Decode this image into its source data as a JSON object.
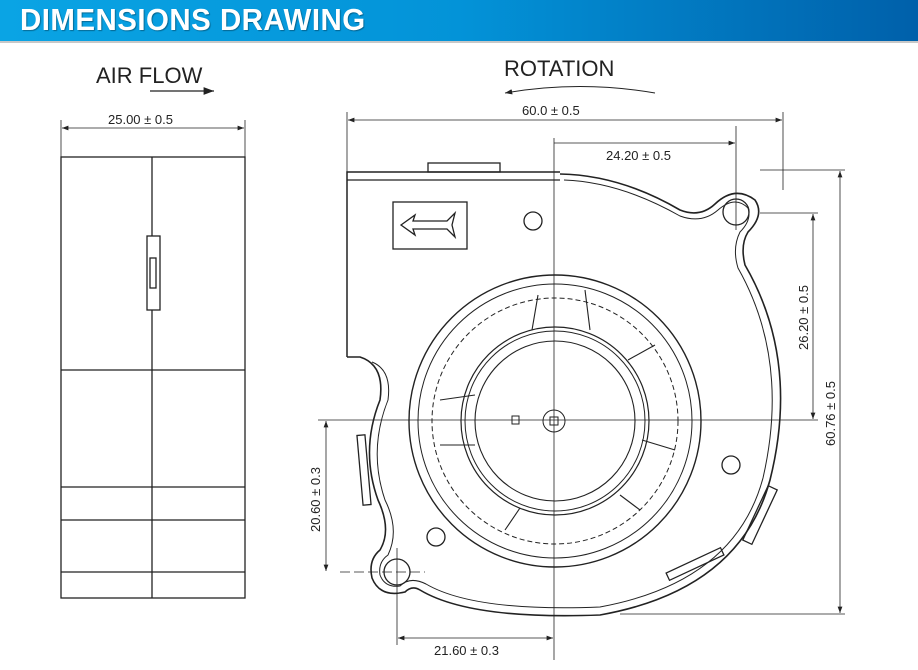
{
  "header": {
    "title": "DIMENSIONS DRAWING",
    "color_start": "#0aa4e4",
    "color_end": "#0060aa"
  },
  "side_view": {
    "airflow_label": "AIR FLOW",
    "width_dim": "25.00 ± 0.5"
  },
  "front_view": {
    "rotation_label": "ROTATION",
    "overall_width_dim": "60.0 ± 0.5",
    "hole_offset_x_dim": "24.20 ± 0.5",
    "hole_offset_y_dim": "26.20 ± 0.5",
    "overall_height_dim": "60.76 ± 0.5",
    "lower_hole_y_dim": "20.60 ± 0.3",
    "lower_hole_x_dim": "21.60 ± 0.3"
  }
}
